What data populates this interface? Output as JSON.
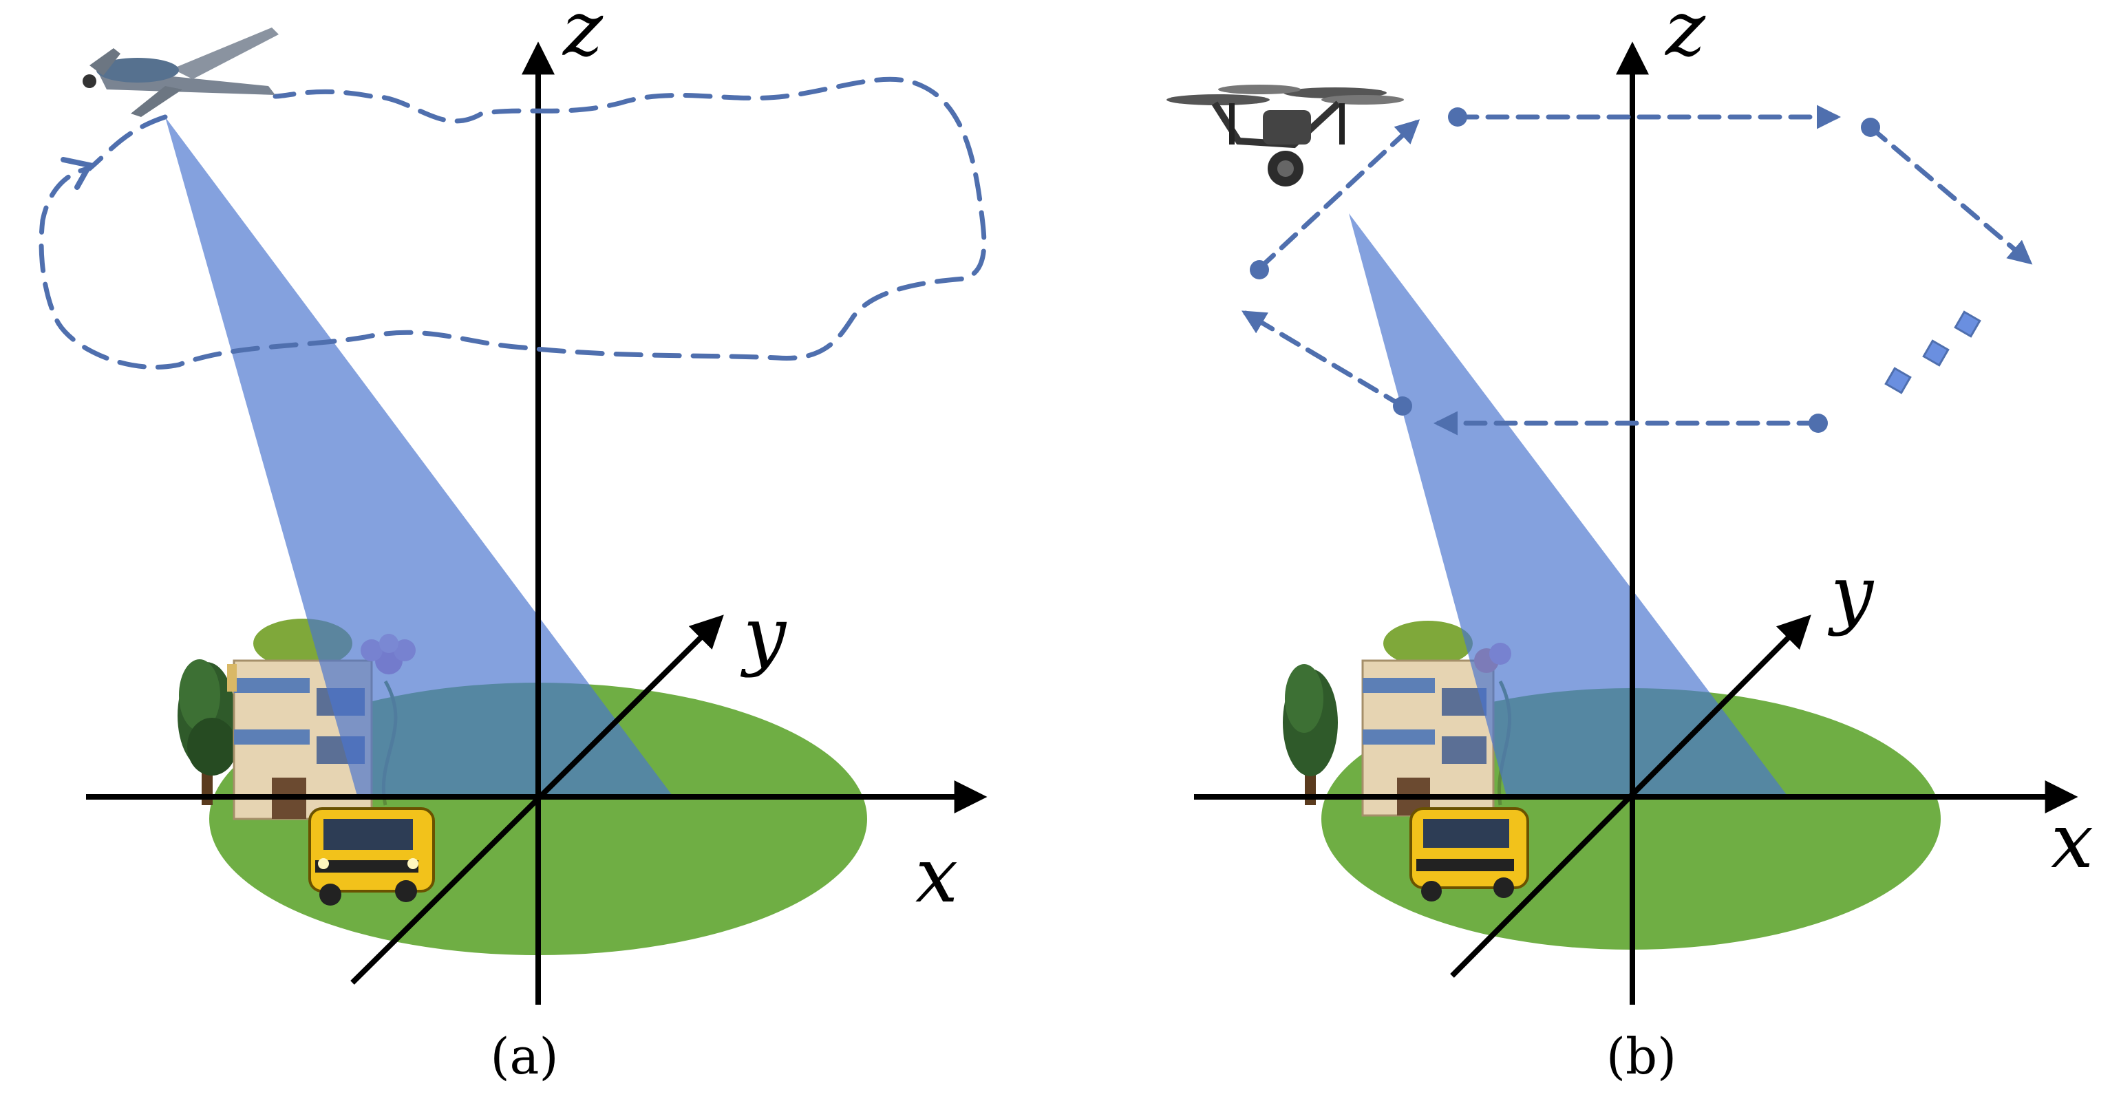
{
  "panels": [
    {
      "id": "a",
      "caption": "(a)",
      "axes": {
        "x": "x",
        "y": "y",
        "z": "z"
      },
      "vehicle": "fixed-wing-drone-icon",
      "trajectory": "random-flight-path"
    },
    {
      "id": "b",
      "caption": "(b)",
      "axes": {
        "x": "x",
        "y": "y",
        "z": "z"
      },
      "vehicle": "quadcopter-icon",
      "trajectory": "zigzag-scan-path"
    }
  ],
  "colors": {
    "beam": "#4a74cf",
    "ground": "#6fae44",
    "path": "#4f6fae",
    "axis": "#000000"
  }
}
